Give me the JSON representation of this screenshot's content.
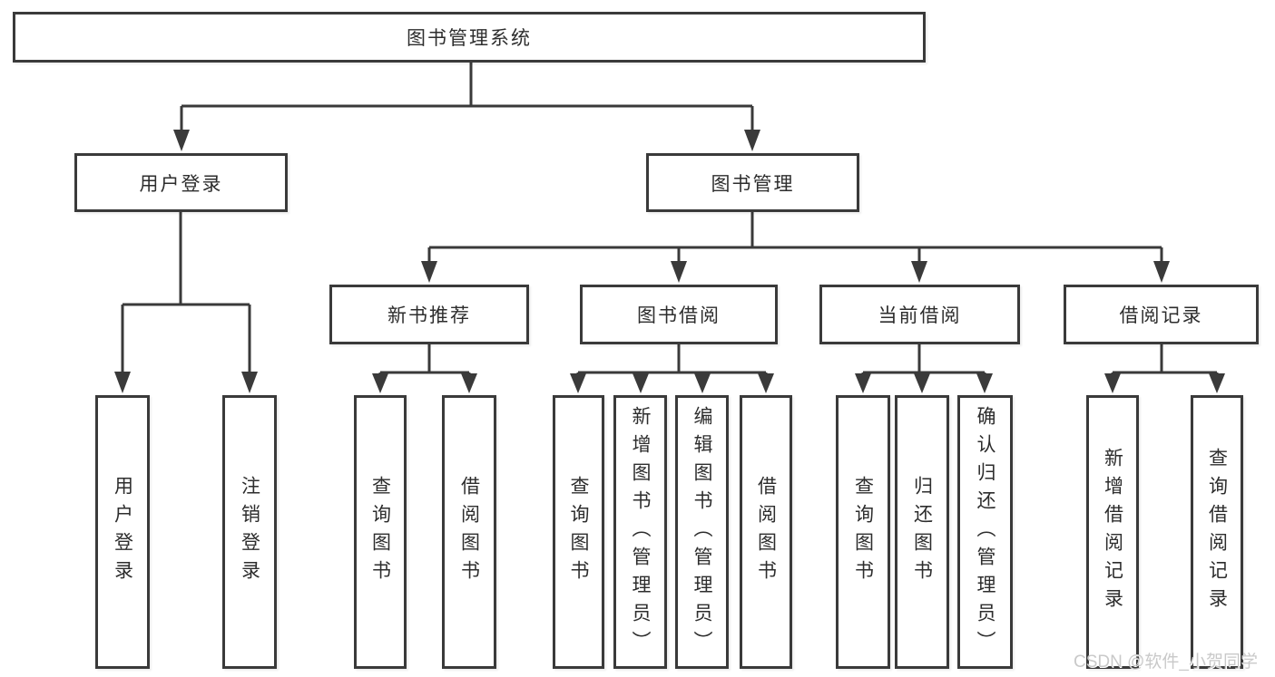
{
  "diagram": {
    "root": {
      "label": "图书管理系统"
    },
    "level2": [
      {
        "label": "用户登录",
        "children": [
          "用户登录",
          "注销登录"
        ]
      },
      {
        "label": "图书管理",
        "sections": [
          {
            "label": "新书推荐",
            "children": [
              "查询图书",
              "借阅图书"
            ]
          },
          {
            "label": "图书借阅",
            "children": [
              "查询图书",
              "新增图书（管理员）",
              "编辑图书（管理员）",
              "借阅图书"
            ]
          },
          {
            "label": "当前借阅",
            "children": [
              "查询图书",
              "归还图书",
              "确认归还（管理员）"
            ]
          },
          {
            "label": "借阅记录",
            "children": [
              "新增借阅记录",
              "查询借阅记录"
            ]
          }
        ]
      }
    ]
  },
  "watermark": {
    "text": "CSDN @软件_小贺同学"
  },
  "colors": {
    "line": "#3a3a3a",
    "box_border": "#3a3a3a",
    "text": "#2d2d2d",
    "watermark": "#c9c9c9",
    "background": "#ffffff"
  }
}
